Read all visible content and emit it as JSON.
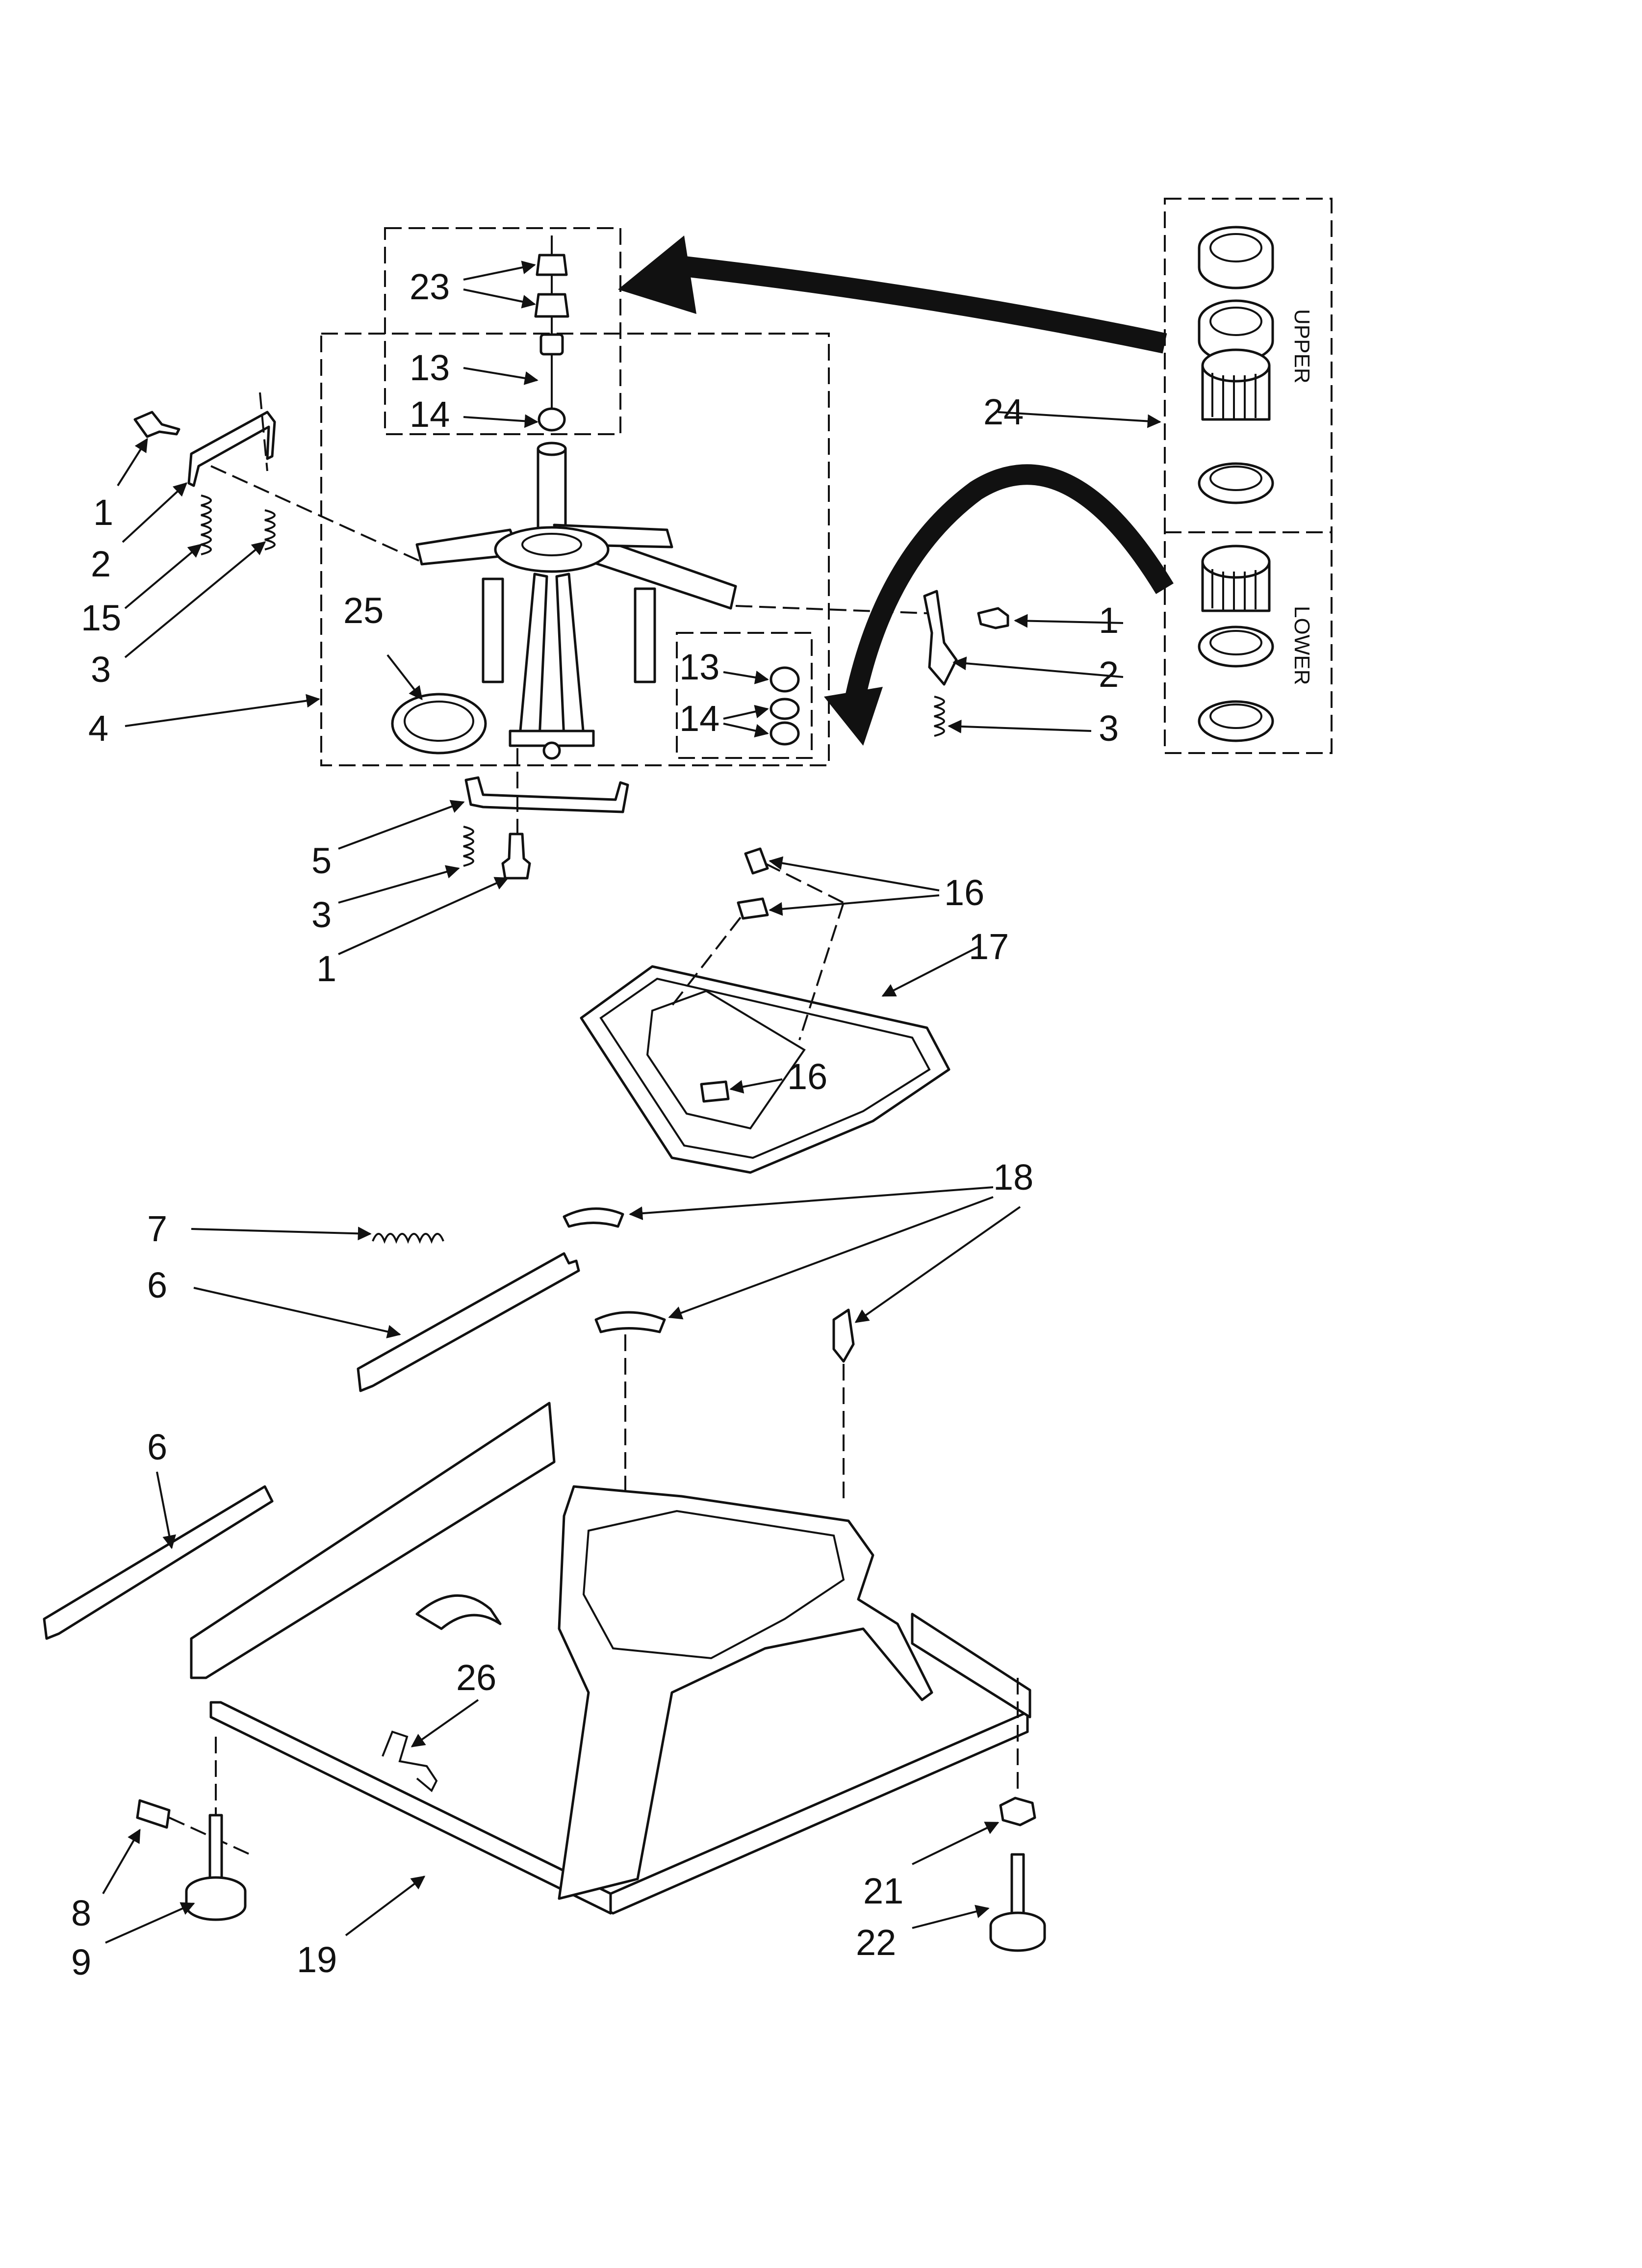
{
  "diagram": {
    "type": "exploded parts diagram",
    "callouts": [
      "1",
      "2",
      "3",
      "4",
      "5",
      "6",
      "7",
      "8",
      "9",
      "13",
      "14",
      "15",
      "16",
      "17",
      "18",
      "19",
      "21",
      "22",
      "23",
      "24",
      "25",
      "26"
    ],
    "inset_labels": {
      "upper": "UPPER",
      "lower": "LOWER"
    }
  }
}
